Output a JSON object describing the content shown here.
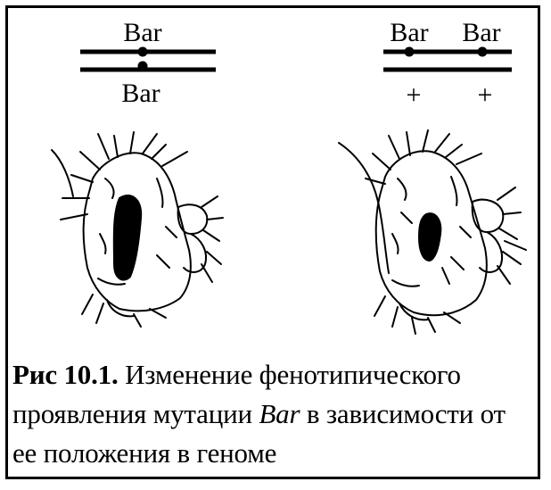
{
  "left_chromosome": {
    "top_label": "Bar",
    "bottom_label": "Bar"
  },
  "right_chromosome": {
    "top_label_1": "Bar",
    "top_label_2": "Bar",
    "bottom_label_1": "+",
    "bottom_label_2": "+"
  },
  "caption": {
    "figure_label": "Рис 10.1.",
    "text_before_italic": " Изменение фенотипического проявления мутации ",
    "italic_word": "Bar",
    "text_after_italic": " в зависимости от ее положения в геноме"
  }
}
